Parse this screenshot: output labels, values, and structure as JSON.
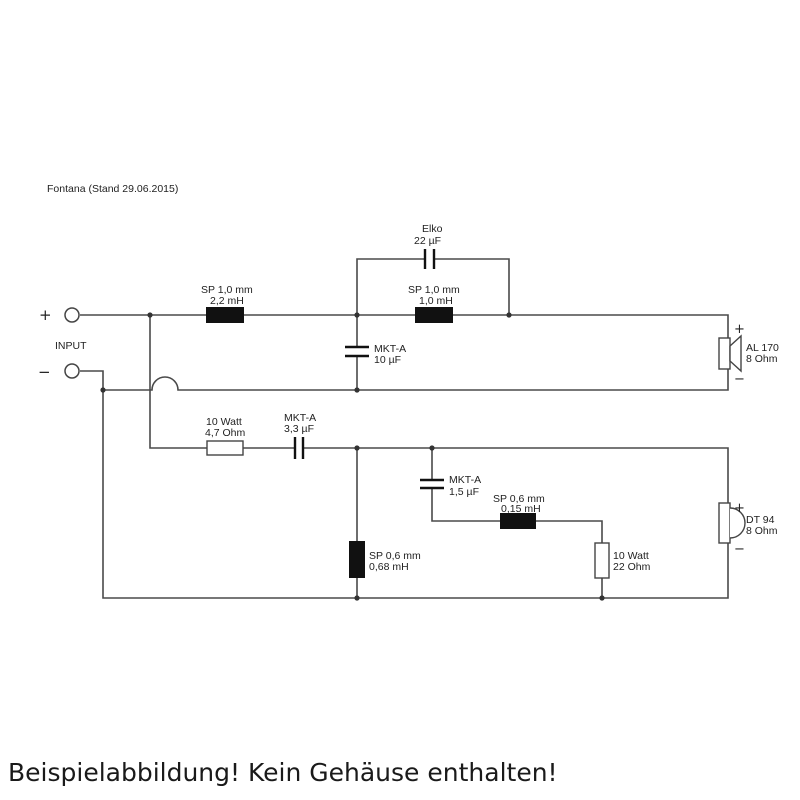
{
  "title": "Fontana (Stand 29.06.2015)",
  "input": {
    "label": "INPUT",
    "plus": "+",
    "minus": "−"
  },
  "components": {
    "elko": {
      "name": "Elko",
      "value": "22 µF"
    },
    "coil_l1": {
      "name": "SP 1,0 mm",
      "value": "2,2 mH"
    },
    "coil_l2": {
      "name": "SP 1,0 mm",
      "value": "1,0 mH"
    },
    "cap_c1": {
      "name": "MKT-A",
      "value": "10 µF"
    },
    "res_r1": {
      "name": "10 Watt",
      "value": "4,7 Ohm"
    },
    "cap_c2": {
      "name": "MKT-A",
      "value": "3,3 µF"
    },
    "cap_c3": {
      "name": "MKT-A",
      "value": "1,5 µF"
    },
    "coil_l3": {
      "name": "SP 0,6 mm",
      "value": "0,15 mH"
    },
    "coil_l4": {
      "name": "SP 0,6 mm",
      "value": "0,68 mH"
    },
    "res_r2": {
      "name": "10 Watt",
      "value": "22 Ohm"
    }
  },
  "drivers": {
    "woofer": {
      "name": "AL 170",
      "impedance": "8 Ohm",
      "plus": "+",
      "minus": "−"
    },
    "tweeter": {
      "name": "DT 94",
      "impedance": "8 Ohm",
      "plus": "+",
      "minus": "−"
    }
  },
  "disclaimer": "Beispielabbildung! Kein Gehäuse enthalten!"
}
